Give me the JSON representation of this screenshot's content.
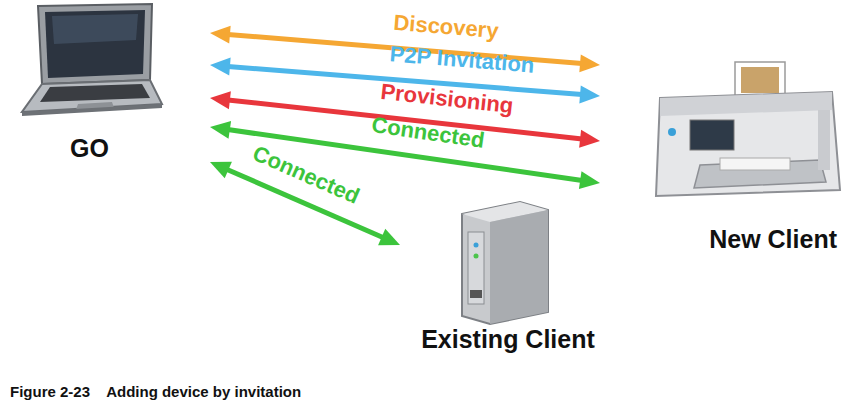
{
  "diagram": {
    "caption": "Figure 2-23    Adding device by invitation",
    "nodes": [
      {
        "text": [
          "GO"
        ]
      },
      {
        "text": [
          "New Client"
        ]
      },
      {
        "text": [
          "Existing Client"
        ]
      }
    ],
    "edges": [
      {
        "from": 0,
        "to": 1,
        "arrow": "both",
        "label": "Discovery"
      },
      {
        "from": 0,
        "to": 1,
        "arrow": "both",
        "label": "P2P Invitation"
      },
      {
        "from": 0,
        "to": 1,
        "arrow": "both",
        "label": "Provisioning"
      },
      {
        "from": 0,
        "to": 1,
        "arrow": "both",
        "label": "Connected"
      },
      {
        "from": 0,
        "to": 2,
        "arrow": "both",
        "label": "Connected"
      }
    ]
  }
}
